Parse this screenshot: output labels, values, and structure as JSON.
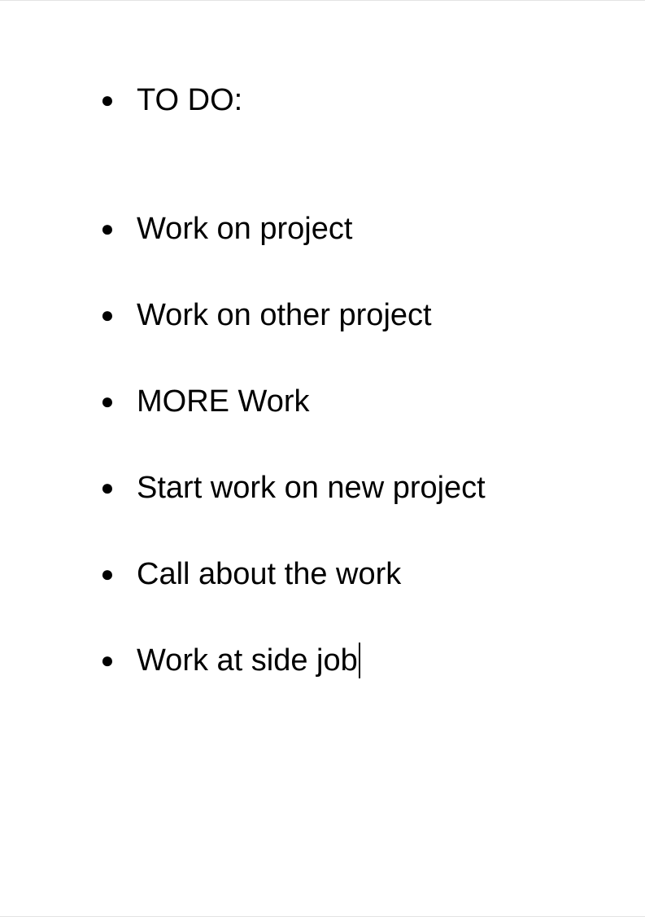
{
  "document": {
    "bullet_symbol": "●",
    "items": [
      {
        "text": "TO DO:"
      },
      {
        "text": "Work on project"
      },
      {
        "text": "Work on other project"
      },
      {
        "text": "MORE Work"
      },
      {
        "text": "Start work on new project"
      },
      {
        "text": "Call about the work"
      },
      {
        "text": "Work at side job"
      }
    ]
  }
}
